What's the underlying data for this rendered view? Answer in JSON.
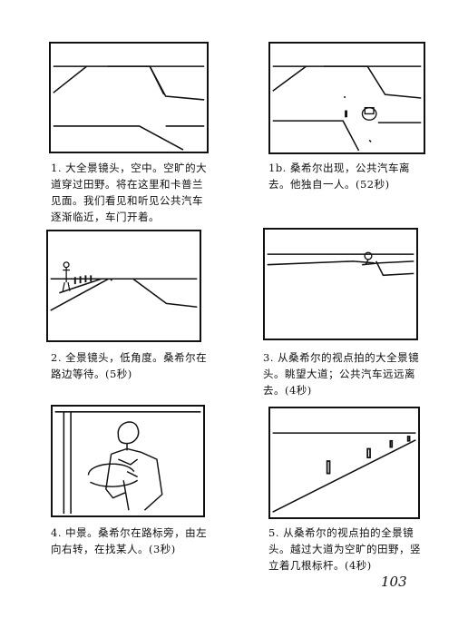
{
  "panels": [
    {
      "id": "1",
      "caption": "1. 大全景镜头，空中。空旷的大道穿过田野。将在这里和卡普兰见面。我们看见和听见公共汽车逐渐临近，车门开着。"
    },
    {
      "id": "1b",
      "caption": "1b. 桑希尔出现，公共汽车离去。他独自一人。(52秒)"
    },
    {
      "id": "2",
      "caption": "2. 全景镜头，低角度。桑希尔在路边等待。(5秒)"
    },
    {
      "id": "3",
      "caption": "3. 从桑希尔的视点拍的大全景镜头。眺望大道；公共汽车远远离去。(4秒)"
    },
    {
      "id": "4",
      "caption": "4. 中景。桑希尔在路标旁，由左向右转，在找某人。(3秒)"
    },
    {
      "id": "5",
      "caption": "5. 从桑希尔的视点拍的全景镜头。越过大道为空旷的田野，竖立着几根标杆。(4秒)"
    }
  ],
  "page_number": "103"
}
